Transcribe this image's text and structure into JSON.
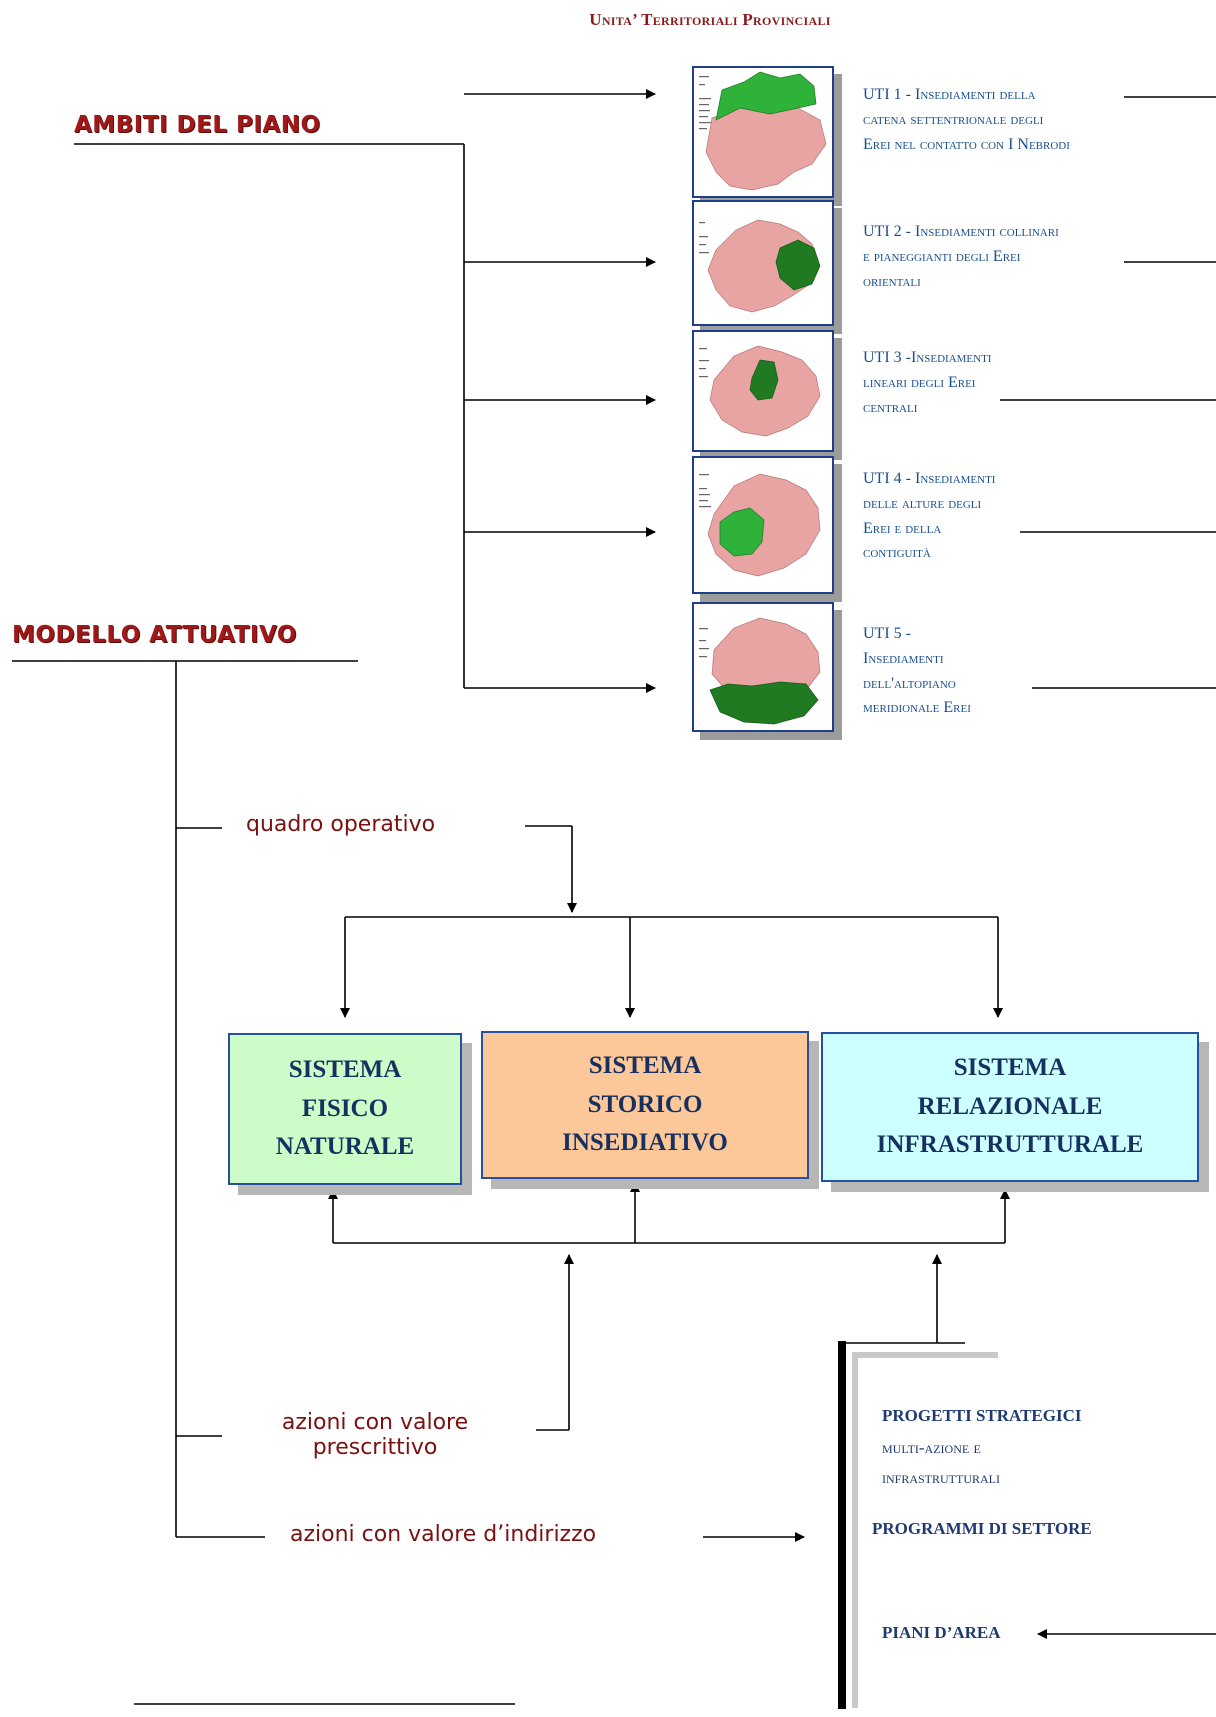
{
  "header": {
    "title": "Unita’ Territoriali Provinciali"
  },
  "headings": {
    "ambiti": "AMBITI DEL PIANO",
    "modello": "MODELLO ATTUATIVO"
  },
  "utis": [
    {
      "line1": "UTI 1 - Insediamenti della",
      "line2": "catena settentrionale degli",
      "line3": "Erei nel contatto con I Nebrodi",
      "line4": ""
    },
    {
      "line1": "UTI 2 - Insediamenti collinari",
      "line2": "e pianeggianti degli Erei",
      "line3": "orientali",
      "line4": ""
    },
    {
      "line1": "UTI 3 -Insediamenti",
      "line2": "lineari degli Erei",
      "line3": "centrali",
      "line4": ""
    },
    {
      "line1": "UTI 4 - Insediamenti",
      "line2": "delle alture degli",
      "line3": "Erei e della",
      "line4": "contiguità"
    },
    {
      "line1": "UTI 5 -",
      "line2": "Insediamenti",
      "line3": "dell'altopiano",
      "line4": "meridionale  Erei"
    }
  ],
  "labels": {
    "quadro": "quadro operativo",
    "prescrittivo_1": "azioni con valore",
    "prescrittivo_2": "prescrittivo",
    "indirizzo": "azioni con valore d’indirizzo"
  },
  "systems": [
    {
      "l1": "SISTEMA",
      "l2": "FISICO",
      "l3": "NATURALE",
      "color": "#ccfcc8"
    },
    {
      "l1": "SISTEMA",
      "l2": "STORICO",
      "l3": "INSEDIATIVO",
      "color": "#fcc89a"
    },
    {
      "l1": "SISTEMA",
      "l2": "RELAZIONALE",
      "l3": "INFRASTRUTTURALE",
      "color": "#ccffff"
    }
  ],
  "projects": {
    "strategici": "PROGETTI STRATEGICI",
    "multi_1": "multi-azione e",
    "multi_2": "infrastrutturali",
    "programmi": "PROGRAMMI DI SETTORE",
    "piani": "PIANI D’AREA"
  },
  "colors": {
    "accent_red": "#a01818",
    "uti_blue": "#1a4f8f",
    "map_pink": "#e8a3a3",
    "map_green": "#2fb23a",
    "map_dark_green": "#1f7a22"
  }
}
